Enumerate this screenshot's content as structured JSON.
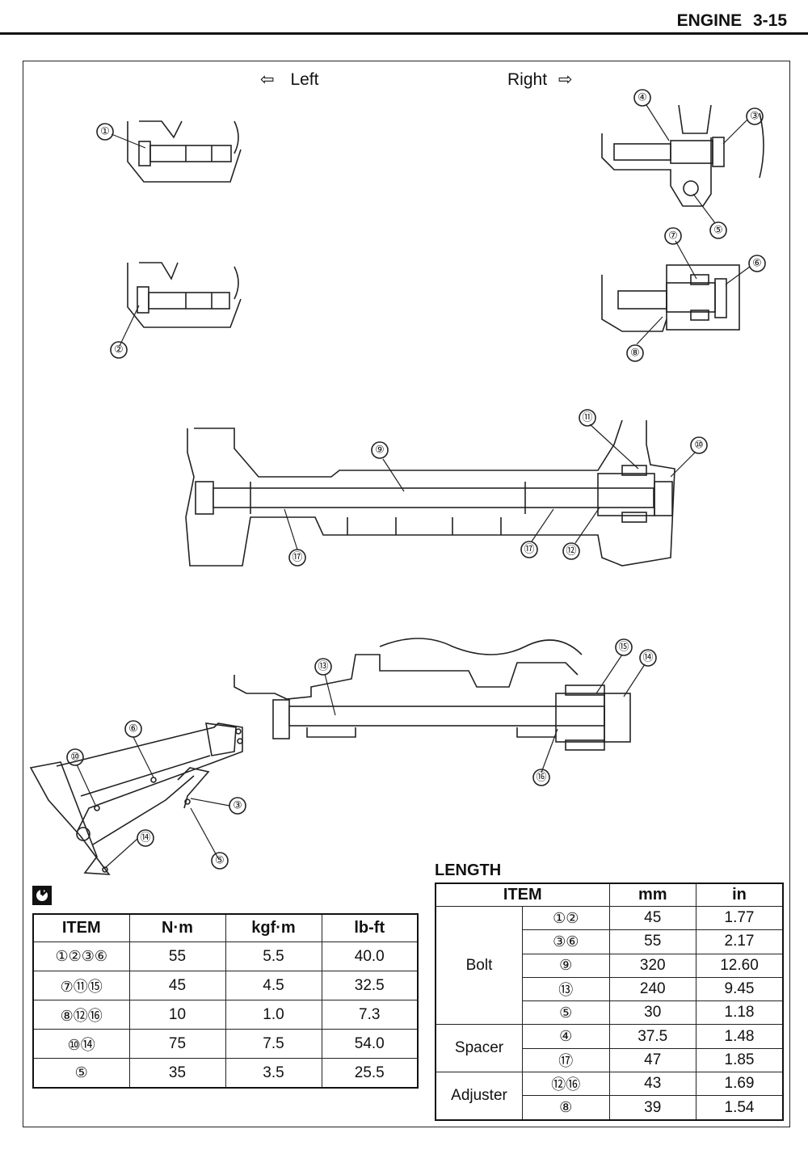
{
  "header": {
    "section": "ENGINE",
    "page": "3-15"
  },
  "directions": {
    "left": "Left",
    "right": "Right",
    "left_arrow": "⇦",
    "right_arrow": "⇨"
  },
  "callouts": {
    "c1": "①",
    "c2": "②",
    "c3": "③",
    "c4": "④",
    "c5": "⑤",
    "c6": "⑥",
    "c7": "⑦",
    "c8": "⑧",
    "c9": "⑨",
    "c10": "⑩",
    "c11": "⑪",
    "c12": "⑫",
    "c13": "⑬",
    "c14": "⑭",
    "c15": "⑮",
    "c16": "⑯",
    "c17": "⑰"
  },
  "torque_table": {
    "icon": "torque-wrench-icon",
    "headers": [
      "ITEM",
      "N·m",
      "kgf·m",
      "lb-ft"
    ],
    "rows": [
      [
        "①②③⑥",
        "55",
        "5.5",
        "40.0"
      ],
      [
        "⑦⑪⑮",
        "45",
        "4.5",
        "32.5"
      ],
      [
        "⑧⑫⑯",
        "10",
        "1.0",
        "7.3"
      ],
      [
        "⑩⑭",
        "75",
        "7.5",
        "54.0"
      ],
      [
        "⑤",
        "35",
        "3.5",
        "25.5"
      ]
    ]
  },
  "length_table": {
    "title": "LENGTH",
    "headers": [
      "ITEM",
      "mm",
      "in"
    ],
    "groups": [
      {
        "name": "Bolt",
        "rows": [
          [
            "①②",
            "45",
            "1.77"
          ],
          [
            "③⑥",
            "55",
            "2.17"
          ],
          [
            "⑨",
            "320",
            "12.60"
          ],
          [
            "⑬",
            "240",
            "9.45"
          ],
          [
            "⑤",
            "30",
            "1.18"
          ]
        ]
      },
      {
        "name": "Spacer",
        "rows": [
          [
            "④",
            "37.5",
            "1.48"
          ],
          [
            "⑰",
            "47",
            "1.85"
          ]
        ]
      },
      {
        "name": "Adjuster",
        "rows": [
          [
            "⑫⑯",
            "43",
            "1.69"
          ],
          [
            "⑧",
            "39",
            "1.54"
          ]
        ]
      }
    ]
  }
}
